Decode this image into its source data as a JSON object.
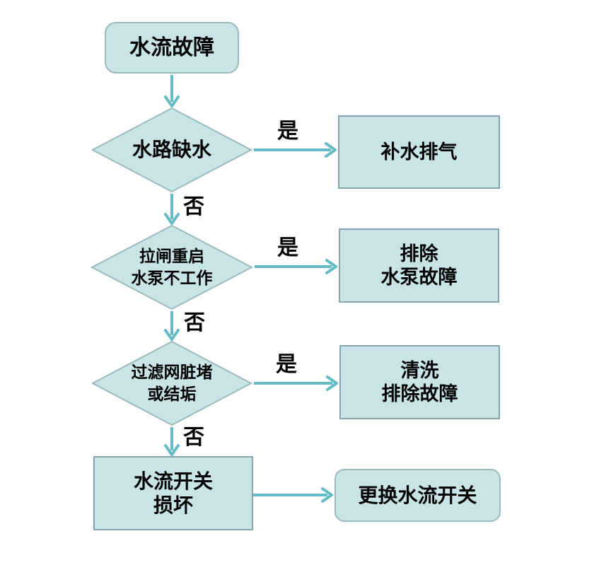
{
  "diagram": {
    "start": {
      "label": "水流故障"
    },
    "decisions": [
      {
        "lines": [
          "水路缺水"
        ]
      },
      {
        "lines": [
          "拉闸重启",
          "水泵不工作"
        ]
      },
      {
        "lines": [
          "过滤网脏堵",
          "或结垢"
        ]
      }
    ],
    "yes_actions": [
      {
        "lines": [
          "补水排气"
        ]
      },
      {
        "lines": [
          "排除",
          "水泵故障"
        ]
      },
      {
        "lines": [
          "清洗",
          "排除故障"
        ]
      }
    ],
    "fallback_cause": {
      "lines": [
        "水流开关",
        "损坏"
      ]
    },
    "final_action": {
      "label": "更换水流开关"
    },
    "edge_labels": {
      "yes": "是",
      "no": "否"
    },
    "colors": {
      "node_fill": "#c9e4e6",
      "node_border": "#9bbac0",
      "rect_border": "#87a3ad",
      "arrow": "#64bac5",
      "text": "#000000"
    }
  }
}
